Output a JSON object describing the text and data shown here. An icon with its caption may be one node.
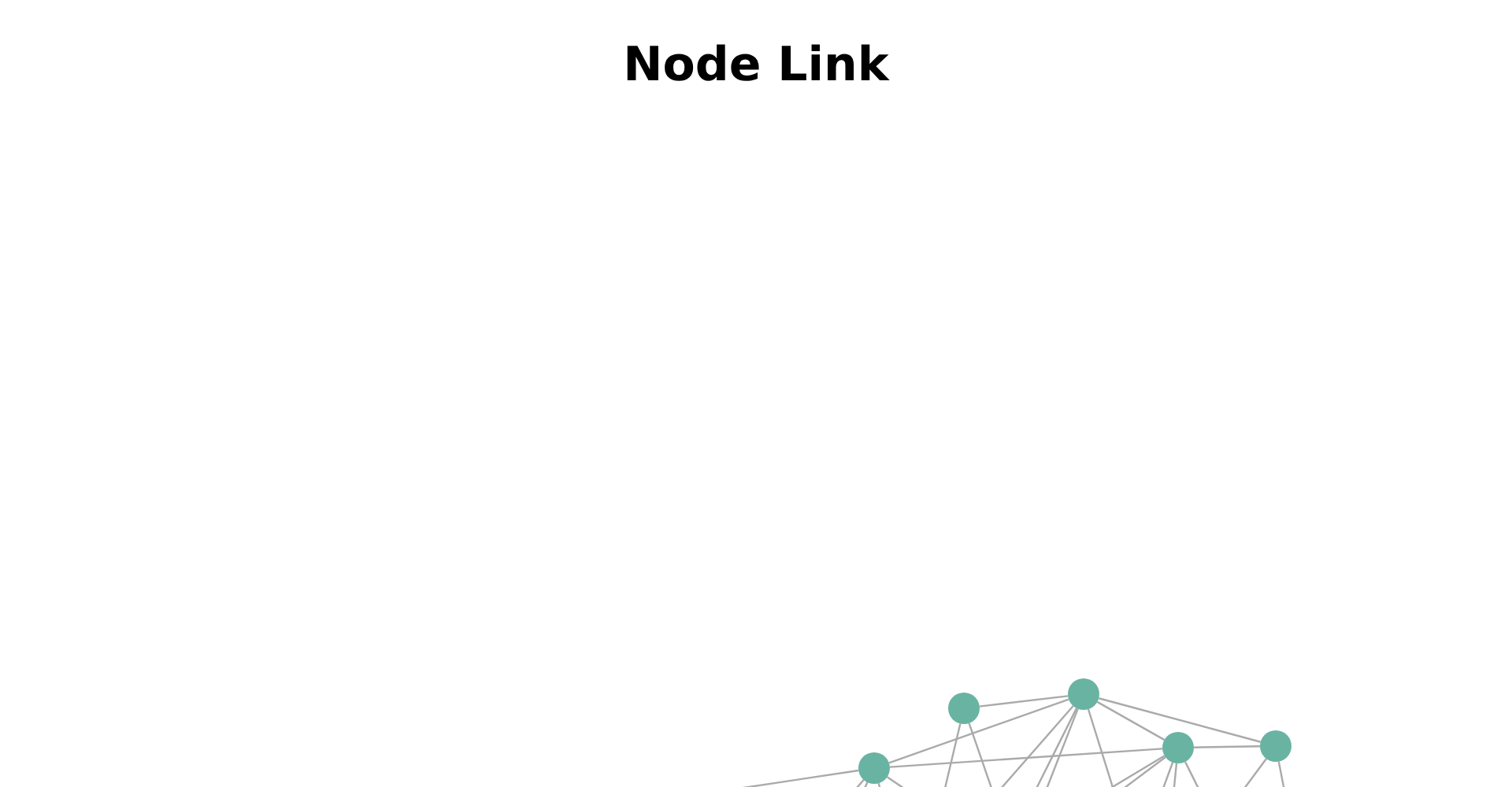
{
  "diagram": {
    "title": "Node Link",
    "nodes": [
      {
        "text": [],
        "shape": "circle"
      },
      {
        "text": [],
        "shape": "circle"
      },
      {
        "text": [],
        "shape": "circle"
      },
      {
        "text": [],
        "shape": "circle"
      },
      {
        "text": [],
        "shape": "circle"
      }
    ],
    "edges": [
      {
        "from": 1,
        "to": 2,
        "arrow": "none"
      },
      {
        "from": 0,
        "to": 2,
        "arrow": "none"
      },
      {
        "from": 2,
        "to": 3,
        "arrow": "none"
      },
      {
        "from": 2,
        "to": 4,
        "arrow": "none"
      },
      {
        "from": 0,
        "to": 3,
        "arrow": "none"
      },
      {
        "from": 3,
        "to": 4,
        "arrow": "none"
      },
      {
        "from": 0,
        "to": null,
        "arrow": "none"
      },
      {
        "from": 0,
        "to": null,
        "arrow": "none"
      },
      {
        "from": 0,
        "to": null,
        "arrow": "none"
      },
      {
        "from": 0,
        "to": null,
        "arrow": "none"
      },
      {
        "from": 0,
        "to": null,
        "arrow": "none"
      },
      {
        "from": 1,
        "to": null,
        "arrow": "none"
      },
      {
        "from": 1,
        "to": null,
        "arrow": "none"
      },
      {
        "from": 2,
        "to": null,
        "arrow": "none"
      },
      {
        "from": 2,
        "to": null,
        "arrow": "none"
      },
      {
        "from": 2,
        "to": null,
        "arrow": "none"
      },
      {
        "from": 2,
        "to": null,
        "arrow": "none"
      },
      {
        "from": 3,
        "to": null,
        "arrow": "none"
      },
      {
        "from": 3,
        "to": null,
        "arrow": "none"
      },
      {
        "from": 3,
        "to": null,
        "arrow": "none"
      },
      {
        "from": 3,
        "to": null,
        "arrow": "none"
      },
      {
        "from": 3,
        "to": null,
        "arrow": "none"
      },
      {
        "from": 4,
        "to": null,
        "arrow": "none"
      },
      {
        "from": 4,
        "to": null,
        "arrow": "none"
      }
    ]
  }
}
